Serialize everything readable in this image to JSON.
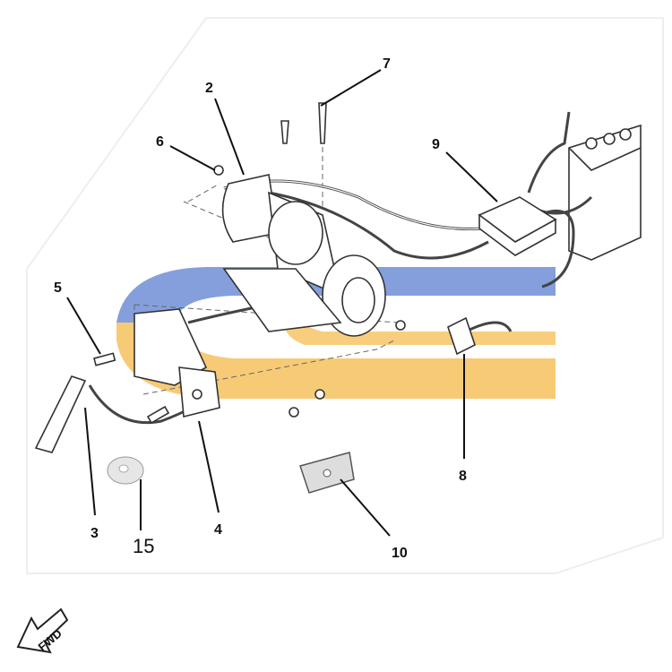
{
  "diagram": {
    "callouts": [
      {
        "id": "2",
        "label": "2"
      },
      {
        "id": "3",
        "label": "3"
      },
      {
        "id": "4",
        "label": "4"
      },
      {
        "id": "5",
        "label": "5"
      },
      {
        "id": "6",
        "label": "6"
      },
      {
        "id": "7",
        "label": "7"
      },
      {
        "id": "8",
        "label": "8"
      },
      {
        "id": "9",
        "label": "9"
      },
      {
        "id": "10",
        "label": "10"
      },
      {
        "id": "15",
        "label": "15"
      }
    ],
    "direction_arrow": "FWD",
    "watermark_colors": {
      "blue": "#6f8fd6",
      "orange": "#f5b642"
    }
  }
}
